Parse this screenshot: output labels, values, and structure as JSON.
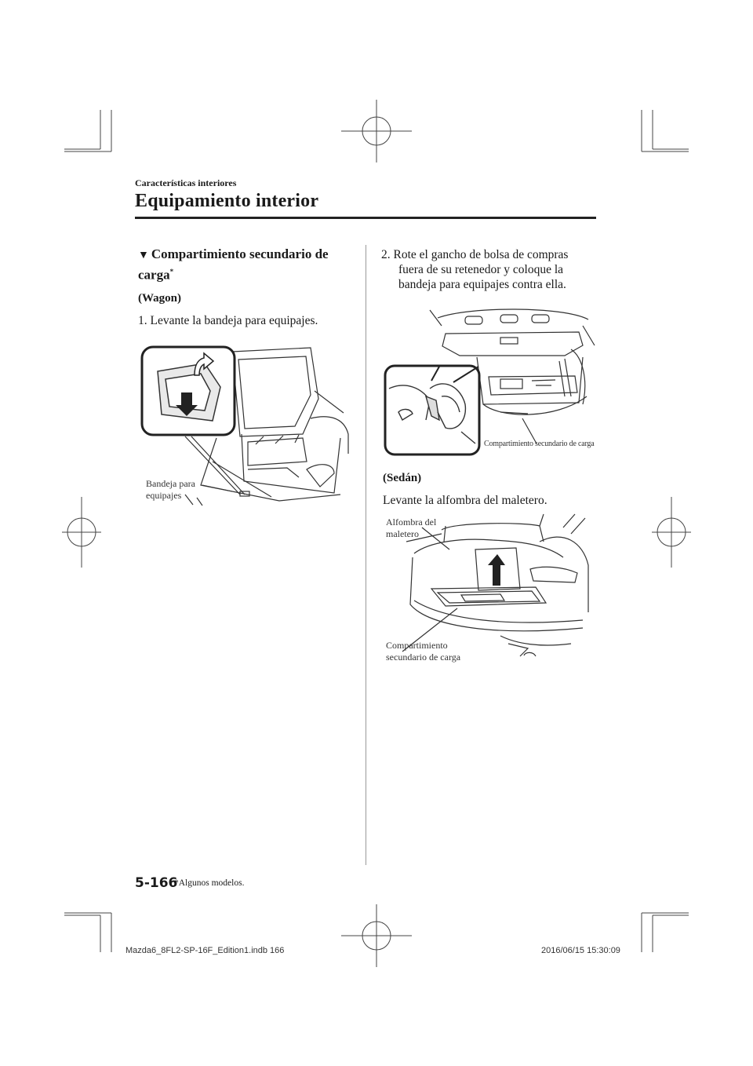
{
  "header": {
    "section_small": "Características interiores",
    "section_title": "Equipamiento interior"
  },
  "left_column": {
    "heading": "Compartimiento secundario de carga",
    "heading_marker": "*",
    "wagon_label": "(Wagon)",
    "step1": "1.  Levante la bandeja para equipajes.",
    "figure1_caption_line1": "Bandeja para",
    "figure1_caption_line2": "equipajes"
  },
  "right_column": {
    "step2_line1": "2.  Rote el gancho de bolsa de compras",
    "step2_line2": "fuera de su retenedor y coloque la",
    "step2_line3": "bandeja para equipajes contra ella.",
    "figure2_caption": "Compartimiento secundario de carga",
    "sedan_label": "(Sedán)",
    "sedan_text": "Levante la alfombra del maletero.",
    "figure3_caption_top_line1": "Alfombra del",
    "figure3_caption_top_line2": "maletero",
    "figure3_caption_bottom_line1": "Compartimiento",
    "figure3_caption_bottom_line2": "secundario de carga"
  },
  "footer": {
    "page_number": "5-166",
    "footnote": "*Algunos modelos.",
    "print_file": "Mazda6_8FL2-SP-16F_Edition1.indb   166",
    "print_date": "2016/06/15   15:30:09"
  }
}
